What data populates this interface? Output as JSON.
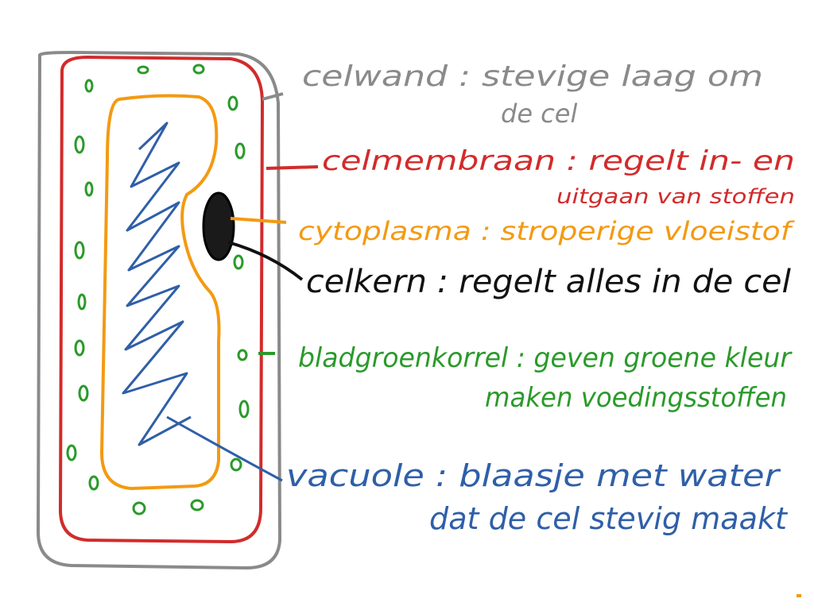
{
  "colors": {
    "celwand": "#8a8a8a",
    "celmembraan": "#d22b2b",
    "cytoplasma": "#f39a12",
    "celkern": "#111111",
    "bladgroenkorrel": "#2a9a2a",
    "vacuole": "#2f5fa8"
  },
  "labels": {
    "celwand": {
      "term": "celwand",
      "line1": ": stevige laag om",
      "line2": "de cel"
    },
    "celmembraan": {
      "term": "celmembraan",
      "line1": ": regelt in- en",
      "line2": "uitgaan van stoffen"
    },
    "cytoplasma": {
      "term": "cytoplasma",
      "line1": ": stroperige vloeistof"
    },
    "celkern": {
      "term": "celkern",
      "line1": ": regelt alles in de cel"
    },
    "bladgroenkorrel": {
      "term": "bladgroenkorrel",
      "line1": ": geven groene kleur",
      "line2": "maken voedingsstoffen"
    },
    "vacuole": {
      "term": "vacuole",
      "line1": ": blaasje met water",
      "line2": "dat de cel stevig maakt"
    }
  }
}
